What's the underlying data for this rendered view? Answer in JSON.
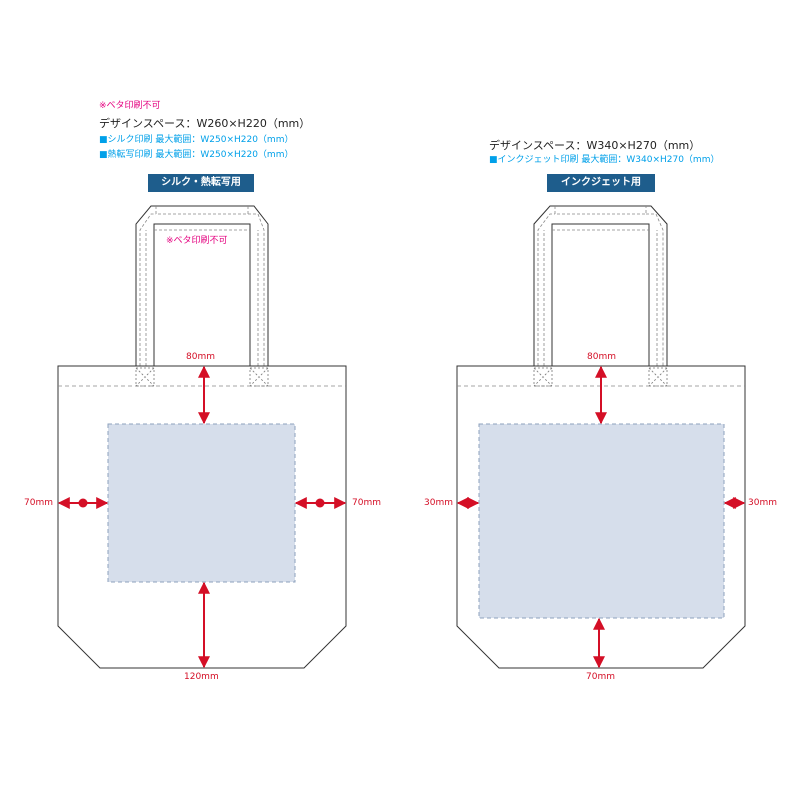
{
  "left": {
    "warning": "※ベタ印刷不可",
    "design_space": "デザインスペース：W260×H220（mm）",
    "spec_lines": [
      "■シルク印刷 最大範囲：W250×H220（mm）",
      "■熱転写印刷 最大範囲：W250×H220（mm）"
    ],
    "method_label": "シルク・熱転写用",
    "handle_note": "※ベタ印刷不可",
    "dimensions": {
      "top": "80mm",
      "left": "70mm",
      "right": "70mm",
      "bottom": "120mm"
    }
  },
  "right": {
    "design_space": "デザインスペース：W340×H270（mm）",
    "spec_lines": [
      "■インクジェット印刷 最大範囲：W340×H270（mm）"
    ],
    "method_label": "インクジェット用",
    "dimensions": {
      "top": "80mm",
      "left": "30mm",
      "right": "30mm",
      "bottom": "70mm"
    }
  },
  "colors": {
    "print_area": "#d6deeb",
    "dimension_arrow": "#d40f26",
    "label_bg": "#1e5d8c",
    "warning_text": "#e4007f",
    "spec_text": "#00a0e9"
  }
}
